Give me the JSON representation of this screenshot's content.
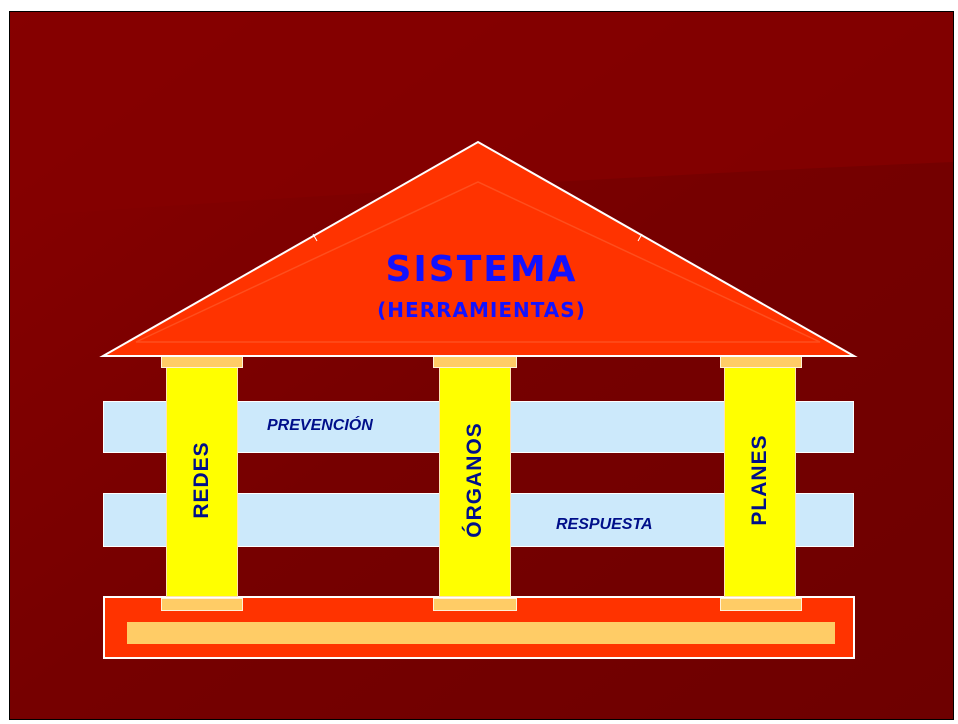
{
  "slide": {
    "background_color": "#720000",
    "accent_color": "#ff3300"
  },
  "roof": {
    "title": "SISTEMA",
    "subtitle": "(HERRAMIENTAS)",
    "fill_color": "#ff3300",
    "text_color": "#1212ff"
  },
  "beams": {
    "top_label": "PREVENCIÓN",
    "bottom_label": "RESPUESTA",
    "fill_color": "#cce9fb"
  },
  "columns": [
    {
      "label": "REDES"
    },
    {
      "label": "ÓRGANOS"
    },
    {
      "label": "PLANES"
    }
  ],
  "columns_color": "#ffff00"
}
